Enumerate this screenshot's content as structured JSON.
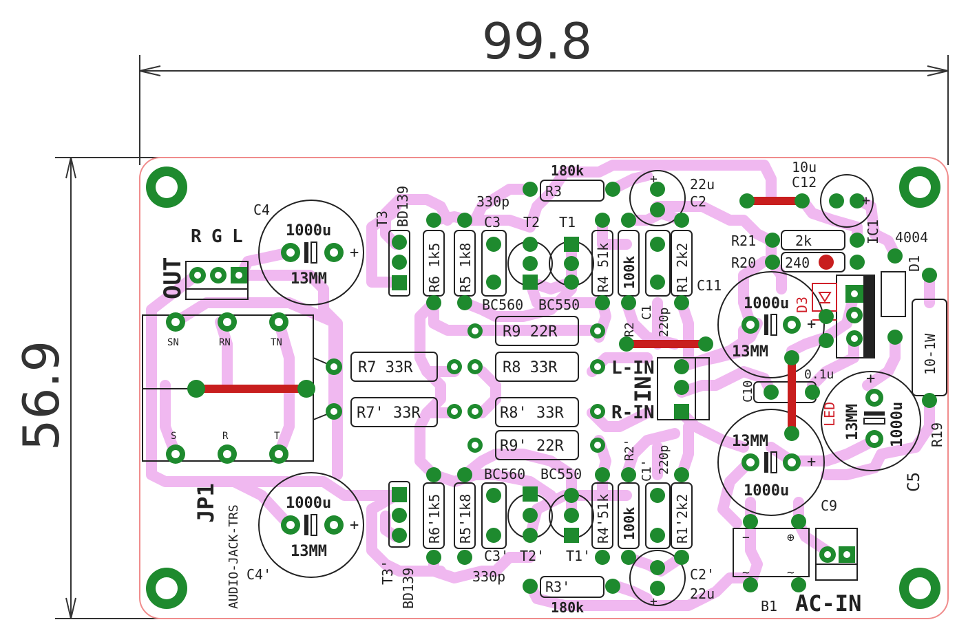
{
  "dimensions": {
    "width": "99.8",
    "height": "56.9"
  },
  "connectors": {
    "out": "OUT",
    "rgl": [
      "R",
      "G",
      "L"
    ],
    "jp1": "JP1",
    "jack": "AUDIO-JACK-TRS",
    "jack_pins": [
      "SN",
      "RN",
      "TN",
      "S",
      "R",
      "T"
    ],
    "lin": "L-IN",
    "rin": "R-IN",
    "in": "IN",
    "acin": "AC-IN",
    "b1": "B1"
  },
  "caps": {
    "c4": "C4",
    "c4p": "C4'",
    "c5": "C5",
    "c9": "C9",
    "c10": "C10",
    "val_1000u": "1000u",
    "size_13mm": "13MM",
    "c12": "C12",
    "c12_val": "10u",
    "c11": "C11",
    "c2": "C2",
    "c2p": "C2'",
    "c2_val": "22u",
    "c3": "C3",
    "c3p": "C3'",
    "c3_val": "330p",
    "c1": "C1",
    "c1p": "C1'",
    "c1_val": "220p",
    "c10_val": "0.1u"
  },
  "transistors": {
    "t3": "T3",
    "t3p": "T3'",
    "bd139": "BD139",
    "t2": "T2",
    "t2p": "T2'",
    "t1": "T1",
    "t1p": "T1'",
    "bc560": "BC560",
    "bc550": "BC550"
  },
  "resistors": {
    "r3": "R3",
    "r3p": "R3'",
    "r3_val": "180k",
    "r6": "R6 1k5",
    "r6p": "R6'1k5",
    "r5": "R5 1k8",
    "r5p": "R5'1k8",
    "r4": "R4 51k",
    "r4p": "R4'51k",
    "r2": "R2",
    "r2p": "R2'",
    "r2_val": "100k",
    "r1": "R1 2k2",
    "r1p": "R1'2k2",
    "r9": "R9 22R",
    "r9p": "R9' 22R",
    "r8": "R8 33R",
    "r8p": "R8' 33R",
    "r7": "R7 33R",
    "r7p": "R7' 33R",
    "r21": "R21",
    "r21_val": "2k",
    "r20": "R20",
    "r20_val": "240",
    "r19": "R19",
    "r19_val": "10-1W"
  },
  "regulator": {
    "ic1": "IC1",
    "d1": "D1",
    "d1_val": "4004",
    "d3": "D3",
    "led": "LED"
  },
  "colors": {
    "board_outline": "#f08c8c",
    "copper": "#f0b8f0",
    "pad": "#1e8a2e",
    "jumper": "#c81e1e",
    "silkscreen": "#222222",
    "dimension": "#333333"
  }
}
